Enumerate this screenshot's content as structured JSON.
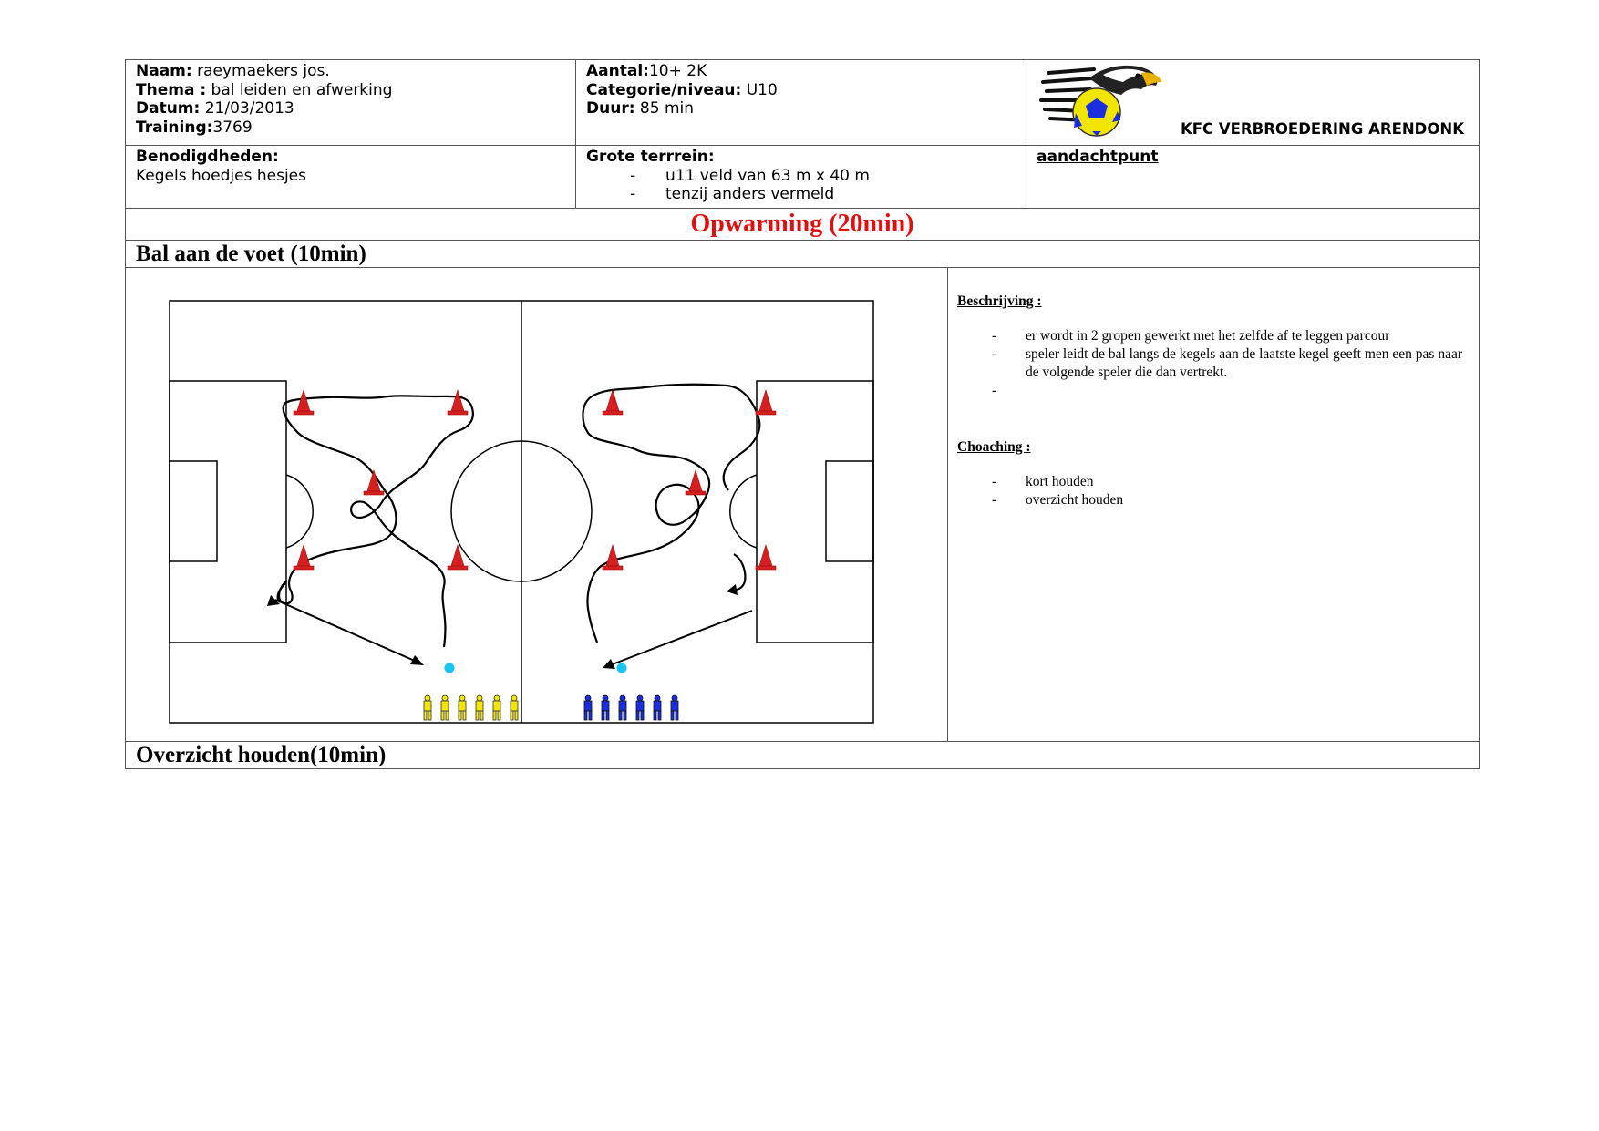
{
  "header": {
    "naam_label": "Naam:",
    "naam_value": " raeymaekers jos.",
    "thema_label": "Thema :",
    "thema_value": " bal leiden en afwerking",
    "datum_label": "Datum:",
    "datum_value": " 21/03/2013",
    "training_label": "Training:",
    "training_value": "3769",
    "aantal_label": "Aantal:",
    "aantal_value": "10+ 2K",
    "categorie_label": "Categorie/niveau:",
    "categorie_value": " U10",
    "duur_label": "Duur:",
    "duur_value": " 85 min",
    "club_name": "KFC VERBROEDERING ARENDONK"
  },
  "info": {
    "benodigdheden_label": "Benodigdheden:",
    "benodigdheden_value": "Kegels hoedjes hesjes",
    "terrein_label": "Grote terrrein:",
    "terrein_items": [
      "u11 veld van 63 m x 40 m",
      "tenzij anders vermeld"
    ],
    "aandachtpunt_label": "aandachtpunt"
  },
  "section_title": "Opwarming (20min)",
  "exercise1": {
    "title": "Bal aan de voet  (10min)",
    "beschrijving_label": "Beschrijving :",
    "beschrijving_items": [
      "er wordt in 2 gropen gewerkt met het zelfde af te leggen parcour",
      "speler leidt de bal langs de kegels aan de laatste kegel geeft men een pas naar de volgende speler die dan vertrekt.",
      ""
    ],
    "coaching_label": "Choaching :",
    "coaching_items": [
      "kort houden",
      "overzicht houden"
    ]
  },
  "exercise2": {
    "title": "Overzicht houden(10min)"
  },
  "colors": {
    "title_red": "#e01010",
    "cone_red": "#d42020",
    "team_yellow": "#f2e600",
    "team_blue": "#1a2ee0",
    "ball_cyan": "#19c4f0"
  }
}
